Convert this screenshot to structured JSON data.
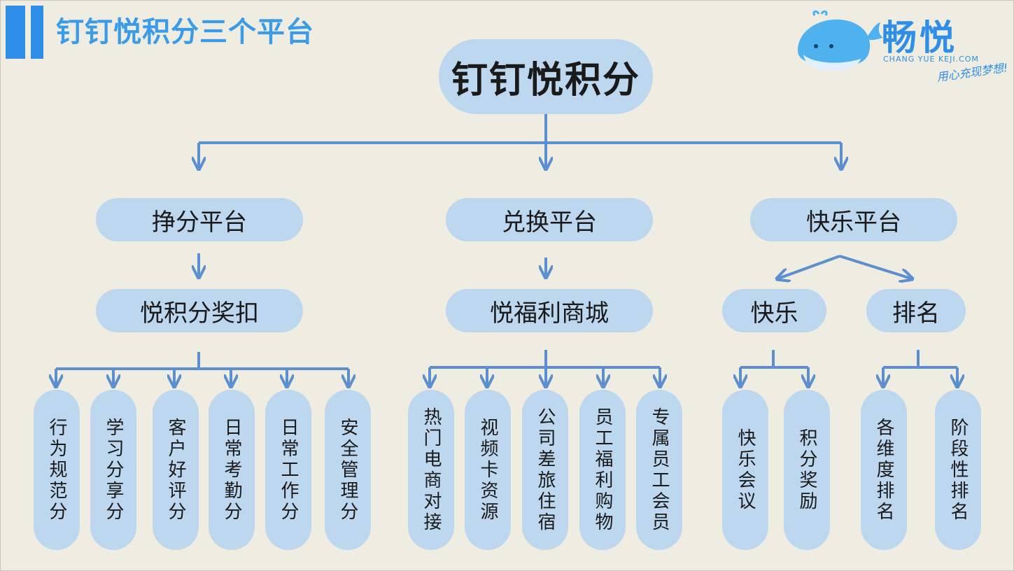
{
  "header": {
    "title": "钉钉悦积分三个平台"
  },
  "logo": {
    "brand": "畅悦",
    "domain": "CHANG YUE KEJI.COM",
    "slogan": "用心充现梦想!"
  },
  "root": {
    "label": "钉钉悦积分"
  },
  "platforms": [
    {
      "label": "挣分平台",
      "sub": "悦积分奖扣"
    },
    {
      "label": "兑换平台",
      "sub": "悦福利商城"
    },
    {
      "label": "快乐平台",
      "subs": [
        "快乐",
        "排名"
      ]
    }
  ],
  "leaves": {
    "earn": [
      "行为规范分",
      "学习分享分",
      "客户好评分",
      "日常考勤分",
      "日常工作分",
      "安全管理分"
    ],
    "exchange": [
      "热门电商对接",
      "视频卡资源",
      "公司差旅住宿",
      "员工福利购物",
      "专属员工会员"
    ],
    "happy": [
      "快乐会议",
      "积分奖励"
    ],
    "rank": [
      "各维度排名",
      "阶段性排名"
    ]
  },
  "colors": {
    "accent": "#2f8fe8",
    "node_fill": "#bcd7ee",
    "line": "#5b8fd0",
    "background": "#efece2"
  }
}
